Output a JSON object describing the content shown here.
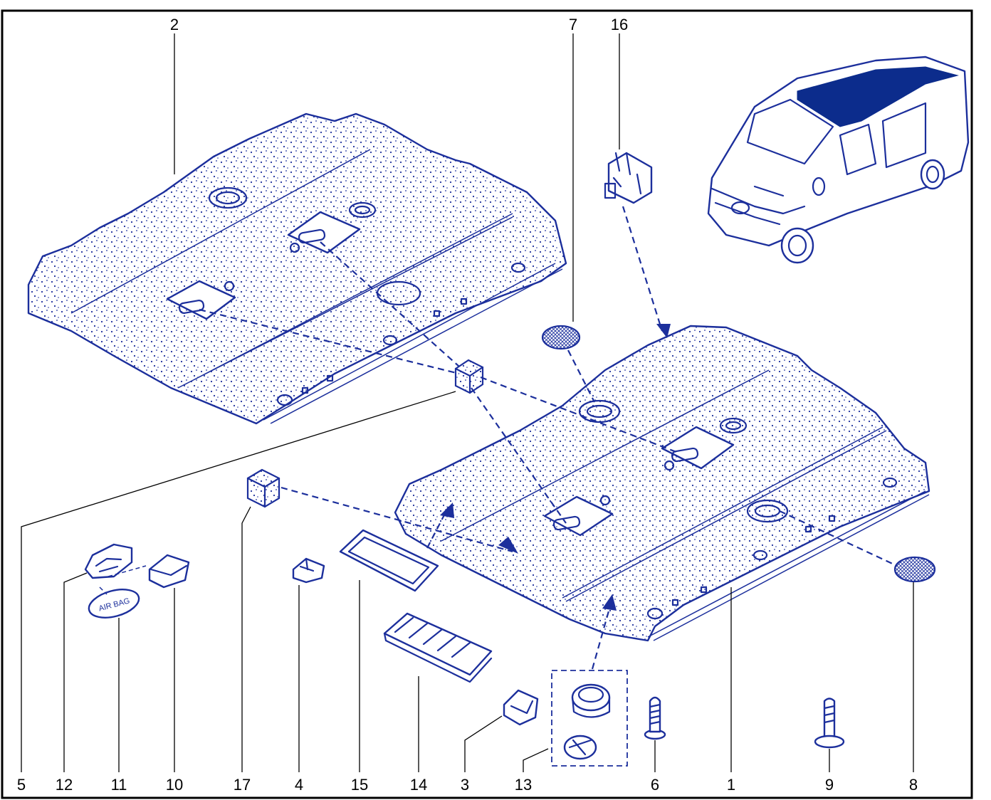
{
  "diagram": {
    "callouts": [
      "1",
      "2",
      "3",
      "4",
      "5",
      "6",
      "7",
      "8",
      "9",
      "10",
      "11",
      "12",
      "13",
      "14",
      "15",
      "16",
      "17"
    ],
    "airbag_cap_text": "AIR BAG",
    "colors": {
      "line": "#1c2f9c",
      "roof_highlight": "#0c2c8c",
      "frame": "#000000",
      "label": "#000000"
    }
  }
}
